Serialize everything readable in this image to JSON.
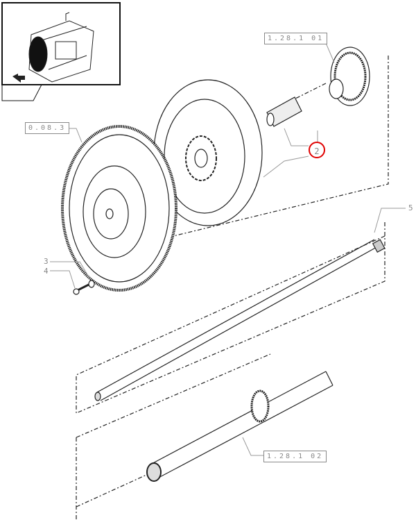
{
  "refs": {
    "gear_ref": "1.28.1 01",
    "flywheel_ref": "0.08.3",
    "shaft_ref": "1.28.1 02"
  },
  "parts": {
    "p2": "2",
    "p3": "3",
    "p4": "4",
    "p5": "5"
  },
  "colors": {
    "highlight": "#e00000",
    "line": "#222222",
    "label": "#888888"
  }
}
